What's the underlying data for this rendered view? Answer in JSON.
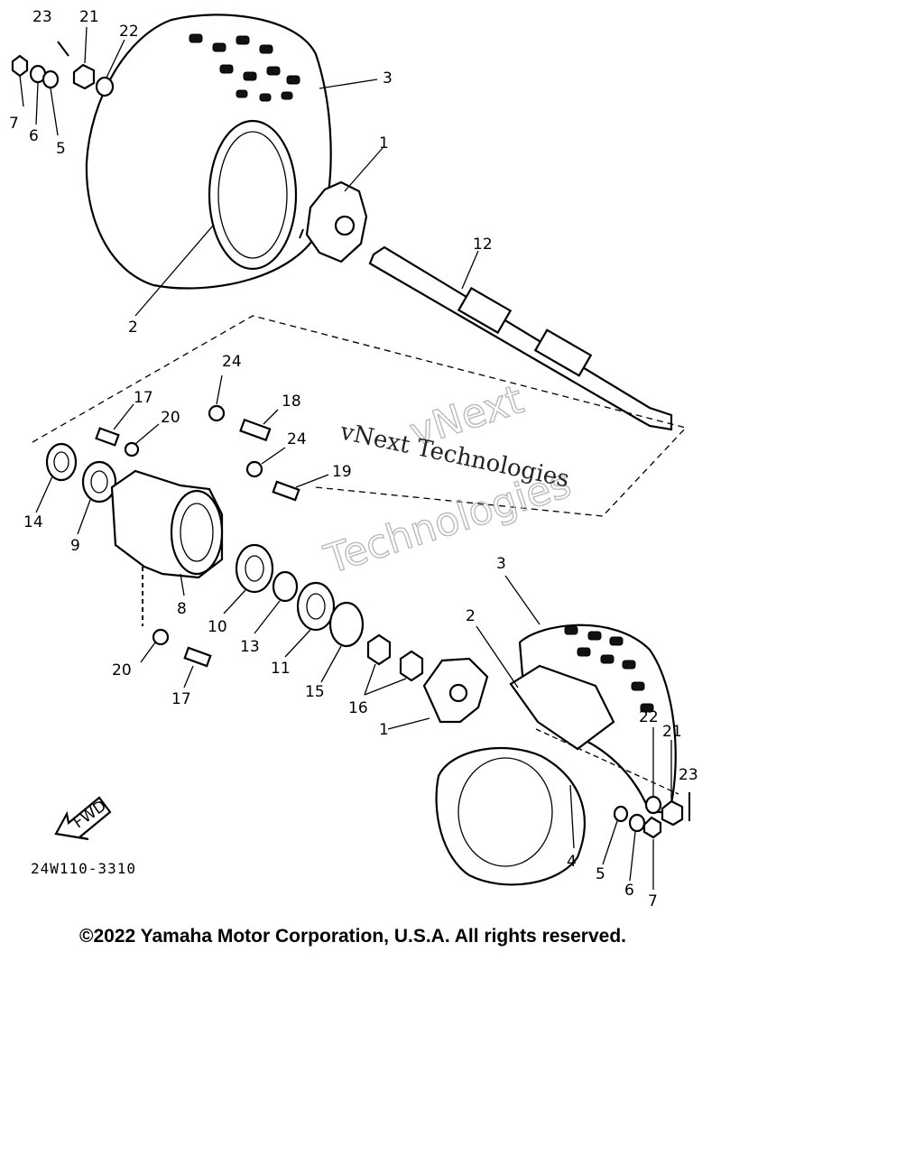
{
  "diagram": {
    "part_labels": {
      "p23_top": "23",
      "p21_top": "21",
      "p22_top": "22",
      "p3_top": "3",
      "p7_top": "7",
      "p6_top": "6",
      "p5_top": "5",
      "p1_top": "1",
      "p12": "12",
      "p2_top": "2",
      "p24_a": "24",
      "p17_top": "17",
      "p18": "18",
      "p20_top": "20",
      "p24_b": "24",
      "p19": "19",
      "p14": "14",
      "p9": "9",
      "p8": "8",
      "p10": "10",
      "p13": "13",
      "p11": "11",
      "p15": "15",
      "p16": "16",
      "p1_bot": "1",
      "p20_bot": "20",
      "p17_bot": "17",
      "p3_bot": "3",
      "p2_bot": "2",
      "p22_bot": "22",
      "p21_bot": "21",
      "p23_bot": "23",
      "p4": "4",
      "p5_bot": "5",
      "p6_bot": "6",
      "p7_bot": "7"
    },
    "fwd_label": "FWD",
    "diagram_code": "24W110-3310",
    "watermark_line": "vNext Technologies",
    "watermark_big_1": "vNext",
    "watermark_big_2": "Technologies",
    "copyright": "©2022 Yamaha Motor Corporation, U.S.A. All rights reserved."
  }
}
